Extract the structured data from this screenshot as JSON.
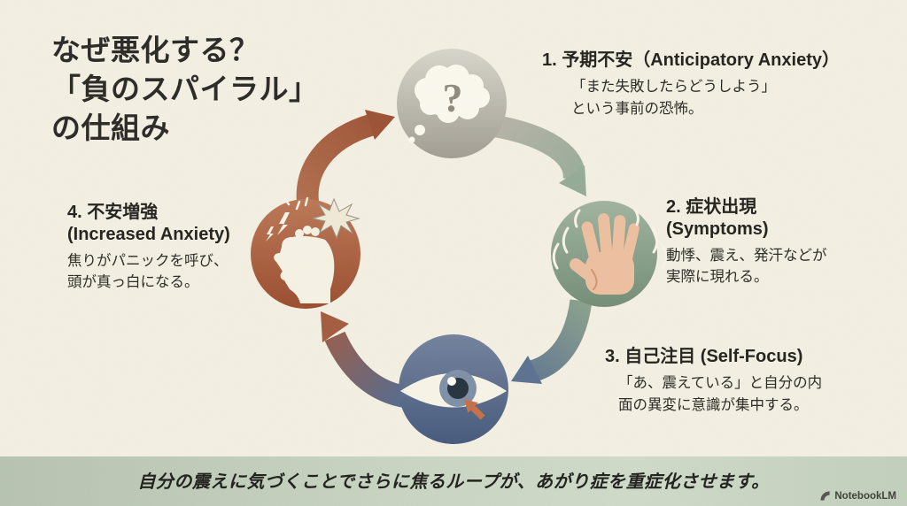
{
  "slide": {
    "title_lines": [
      "なぜ悪化する？",
      "「負のスパイラル」",
      "の仕組み"
    ]
  },
  "steps": [
    {
      "name": "anticipatory-anxiety",
      "heading_lines": [
        "1. 予期不安（Anticipatory Anxiety）"
      ],
      "body_lines": [
        "「また失敗したらどうしよう」",
        "という事前の恐怖。"
      ],
      "icon": "thought-bubble-question-icon",
      "glyph": "?",
      "node_color": "#aeaa9f"
    },
    {
      "name": "symptoms",
      "heading_lines": [
        "2. 症状出現",
        "(Symptoms)"
      ],
      "body_lines": [
        "動悸、震え、発汗などが",
        "実際に現れる。"
      ],
      "icon": "trembling-hand-icon",
      "node_color": "#89a08a"
    },
    {
      "name": "self-focus",
      "heading_lines": [
        "3. 自己注目 (Self-Focus)"
      ],
      "body_lines": [
        "「あ、震えている」と自分の内",
        "面の異変に意識が集中する。"
      ],
      "icon": "eye-with-cursor-icon",
      "node_color": "#5c7190"
    },
    {
      "name": "increased-anxiety",
      "heading_lines": [
        "4. 不安増強",
        "(Increased Anxiety)"
      ],
      "body_lines": [
        "焦りがパニックを呼び、",
        "頭が真っ白になる。"
      ],
      "icon": "head-panic-icon",
      "node_color": "#ad6143"
    }
  ],
  "diagram": {
    "type": "cycle",
    "flow": "clockwise",
    "arrow_colors": {
      "top_to_right": "#9cb29e",
      "right_to_bottom": "#5c7190",
      "bottom_to_left": "#a35b3f",
      "left_to_top": "#a25a3e"
    },
    "cursor_color": "#c46f49"
  },
  "footer": {
    "banner_text": "自分の震えに気づくことでさらに焦るループが、あがり症を重症化させます。",
    "brand": "NotebookLM"
  },
  "colors": {
    "background": "#f3efe2",
    "banner": "#c2cfbc",
    "text": "#26251f"
  }
}
